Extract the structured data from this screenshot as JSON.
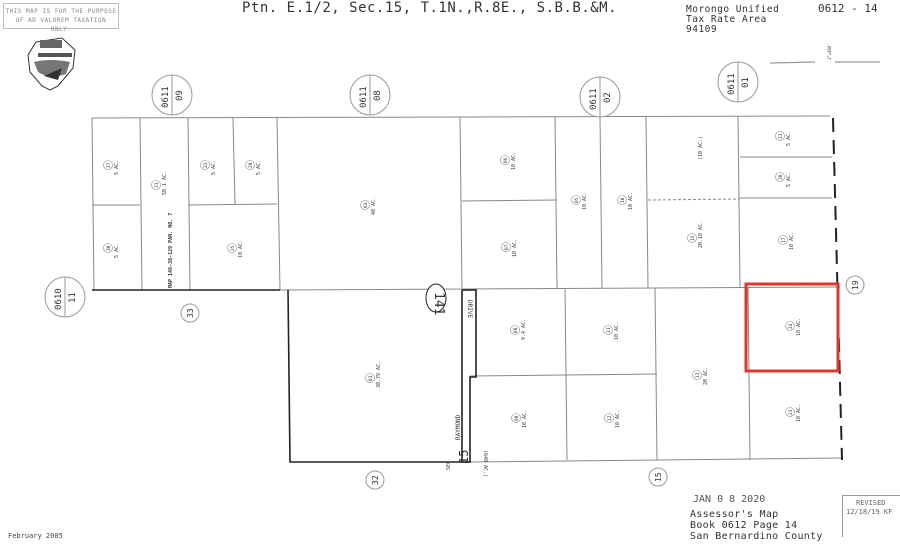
{
  "header": {
    "notice": "THIS MAP IS FOR THE PURPOSE OF AD VALOREM TAXATION ONLY.",
    "title": "Ptn. E.1/2, Sec.15, T.1N.,R.8E., S.B.B.&M.",
    "tax_rate_area": "Morongo Unified\nTax Rate Area\n94109",
    "page_id": "0612 - 14",
    "seal": "San Bernardino County seal"
  },
  "adjoining_maps": [
    {
      "book": "0611",
      "page": "09"
    },
    {
      "book": "0611",
      "page": "08"
    },
    {
      "book": "0611",
      "page": "02"
    },
    {
      "book": "0611",
      "page": "01"
    },
    {
      "book": "0610",
      "page": "11"
    }
  ],
  "section_numbers": [
    "33",
    "32",
    "15",
    "19"
  ],
  "highway": "141",
  "road": {
    "name1": "DRIVE",
    "name2": "RAYMOND"
  },
  "section_label": {
    "prefix": "SEC.",
    "number": "15",
    "area": "(640 AC.)"
  },
  "scale": "1\"=400'",
  "parcels": [
    {
      "num": "27",
      "area": "5 AC."
    },
    {
      "num": "30",
      "area": "5 AC."
    },
    {
      "num": "31",
      "area": "50.1 AC."
    },
    {
      "num": "22",
      "area": "5 AC."
    },
    {
      "num": "28",
      "area": "5 AC."
    },
    {
      "num": "25",
      "area": "10 AC."
    },
    {
      "num": "03",
      "area": "40 AC."
    },
    {
      "num": "06",
      "area": "10 AC."
    },
    {
      "num": "07",
      "area": "10 AC."
    },
    {
      "num": "05",
      "area": "10 AC."
    },
    {
      "num": "10",
      "area": "10 AC."
    },
    {
      "num": "",
      "area": "(10 AC.)"
    },
    {
      "num": "15",
      "area": "20.18 AC."
    },
    {
      "num": "21",
      "area": "5 AC."
    },
    {
      "num": "20",
      "area": "5 AC."
    },
    {
      "num": "17",
      "area": "10 AC."
    },
    {
      "num": "01",
      "area": "38.79 AC."
    },
    {
      "num": "08",
      "area": "9.4 AC."
    },
    {
      "num": "11",
      "area": "10 AC."
    },
    {
      "num": "09",
      "area": "10 AC."
    },
    {
      "num": "12",
      "area": "10 AC."
    },
    {
      "num": "13",
      "area": "20 AC."
    },
    {
      "num": "24",
      "area": "10 AC."
    },
    {
      "num": "23",
      "area": "10 AC."
    }
  ],
  "map_ref": "MAP 148-38-129 PAR. NO. 7",
  "highlight_color": "#d93a2b",
  "footer": {
    "date": "February 2005",
    "stamp": "JAN 0 8 2020",
    "line1": "Assessor's Map",
    "line2": "Book 0612 Page 14",
    "line3": "San Bernardino County",
    "revised_label": "REVISED",
    "revised_value": "12/18/19 KF"
  }
}
